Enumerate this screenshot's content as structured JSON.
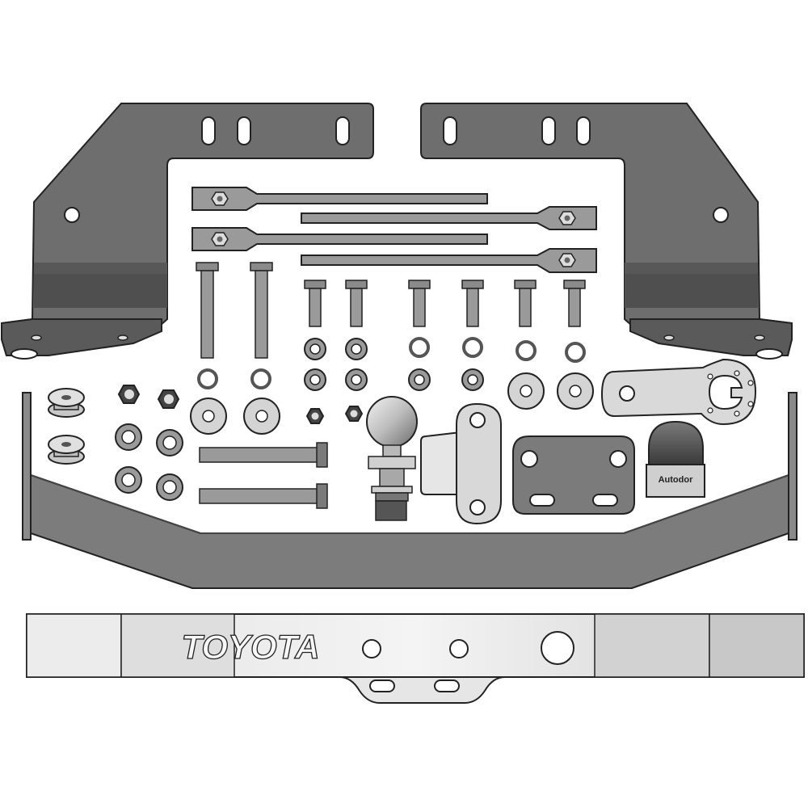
{
  "brand": {
    "name": "TOYOTA",
    "label_on_ball_cap": "Autodor"
  },
  "colors": {
    "background": "#ffffff",
    "dark_metal": "#6f6f6f",
    "mid_metal": "#8c8c8c",
    "light_metal": "#c9c9c9",
    "outline": "#2a2a2a",
    "chrome": "#d6d6d6"
  },
  "parts": {
    "bracket_left": "side-bracket",
    "bracket_right": "side-bracket",
    "straps": 4,
    "long_bolts": 2,
    "short_bolts": 6,
    "nuts": 4,
    "ball": "tow-ball",
    "socket_plate": "socket-mount-plate",
    "cover_plate": "rectangular-plate",
    "ball_cap": "ball-cover-cap",
    "main_beam": "cross-beam",
    "rear_bar": "rear-bumper-bar"
  }
}
